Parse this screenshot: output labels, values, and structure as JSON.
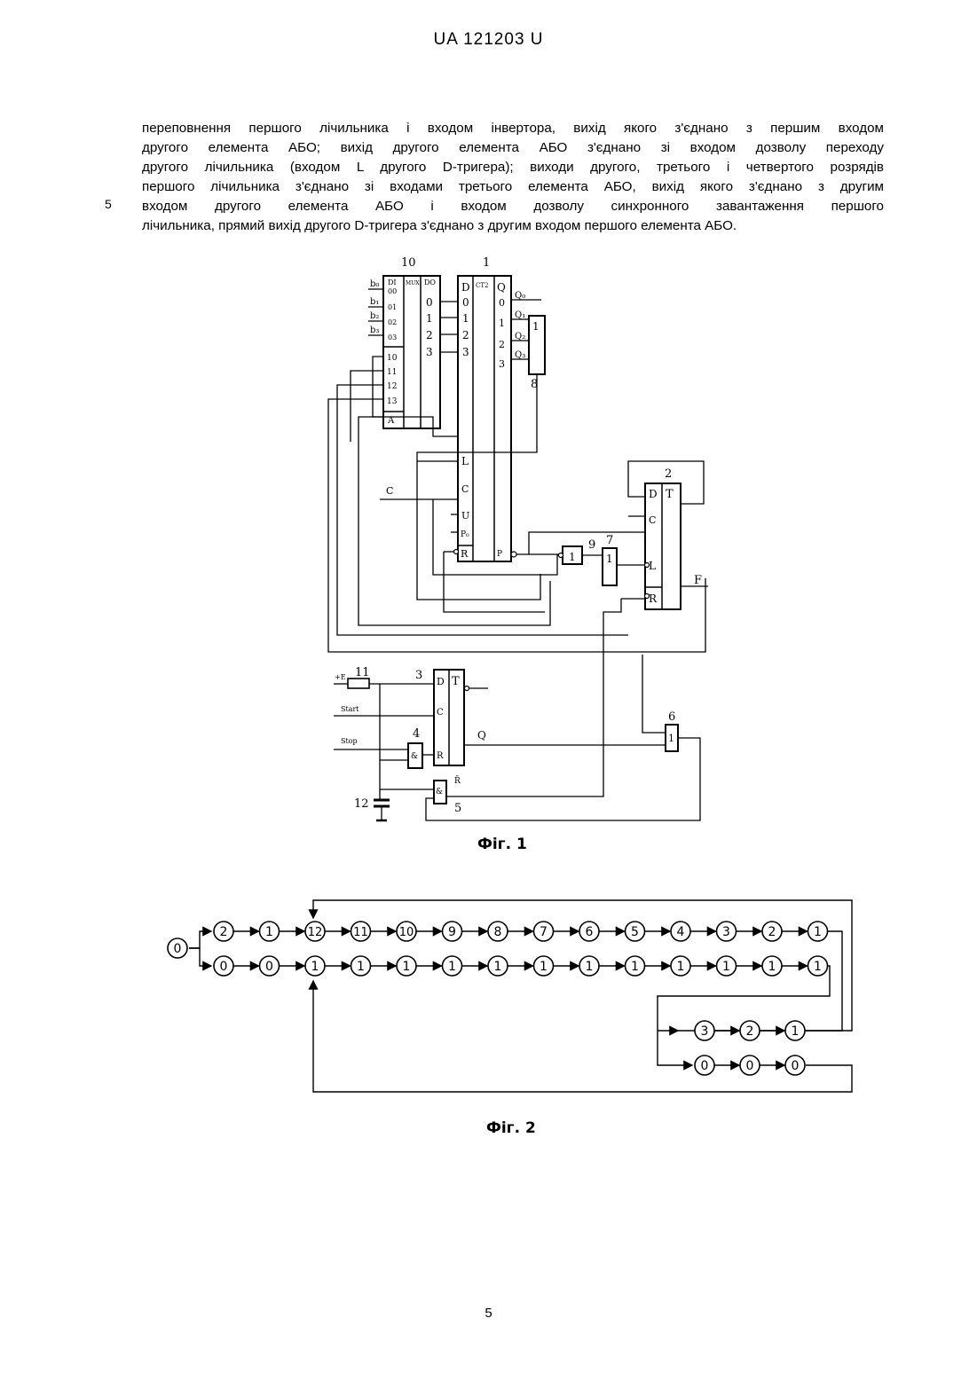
{
  "header": {
    "doc_id": "UA   121203   U"
  },
  "paragraph": {
    "line_number": "5",
    "lines": [
      "переповнення першого лічильника і входом інвертора, вихід якого з'єднано з першим входом",
      "другого елемента АБО; вихід другого елемента АБО з'єднано зі входом дозволу переходу",
      "другого лічильника (входом L другого D-тригера); виходи другого, третього і четвертого розрядів",
      "першого лічильника з'єднано зі входами третього елемента АБО, вихід якого з'єднано з другим",
      "входом другого елемента АБО і входом дозволу синхронного завантаження першого",
      "лічильника, прямий вихід другого D-тригера з'єднано з другим входом першого елемента АБО."
    ]
  },
  "figure1": {
    "caption": "Фіг. 1",
    "block_numbers": [
      "10",
      "1",
      "8",
      "2",
      "9",
      "7",
      "3",
      "4",
      "5",
      "6",
      "11",
      "12"
    ],
    "mux_header": [
      "DI",
      "MUX",
      "DO"
    ],
    "mux_inputs_group0": [
      "00",
      "01",
      "02",
      "03"
    ],
    "mux_inputs_group1": [
      "10",
      "11",
      "12",
      "13"
    ],
    "mux_addr": "A",
    "mux_outputs": [
      "0",
      "1",
      "2",
      "3"
    ],
    "mux_input_signals": [
      "b₀",
      "b₁",
      "b₂",
      "b₃"
    ],
    "counter_header": [
      "D",
      "CT2",
      "Q"
    ],
    "counter_d_inputs": [
      "0",
      "1",
      "2",
      "3"
    ],
    "counter_q_outputs": [
      "0",
      "1",
      "2",
      "3"
    ],
    "counter_side_inputs": [
      "L",
      "C",
      "U",
      "P₀",
      "R"
    ],
    "counter_overflow": "P",
    "q_signals": [
      "Q₀",
      "Q₁",
      "Q₂",
      "Q₃"
    ],
    "or_symbol": "1",
    "and_symbol": "&",
    "trigger_labels": [
      "D",
      "T",
      "C",
      "L",
      "R"
    ],
    "signals": {
      "clock": "C",
      "output": "F",
      "plus": "+E",
      "start": "Start",
      "stop": "Stop",
      "q": "Q",
      "rbar": "R̄"
    }
  },
  "figure2": {
    "caption": "Фіг. 2",
    "start_node": "0",
    "top_row": [
      "2",
      "1",
      "12",
      "11",
      "10",
      "9",
      "8",
      "7",
      "6",
      "5",
      "4",
      "3",
      "2",
      "1"
    ],
    "bottom_row": [
      "0",
      "0",
      "1",
      "1",
      "1",
      "1",
      "1",
      "1",
      "1",
      "1",
      "1",
      "1",
      "1",
      "1"
    ],
    "branch_top": [
      "3",
      "2",
      "1"
    ],
    "branch_bottom": [
      "0",
      "0",
      "0"
    ]
  },
  "page_number": "5"
}
